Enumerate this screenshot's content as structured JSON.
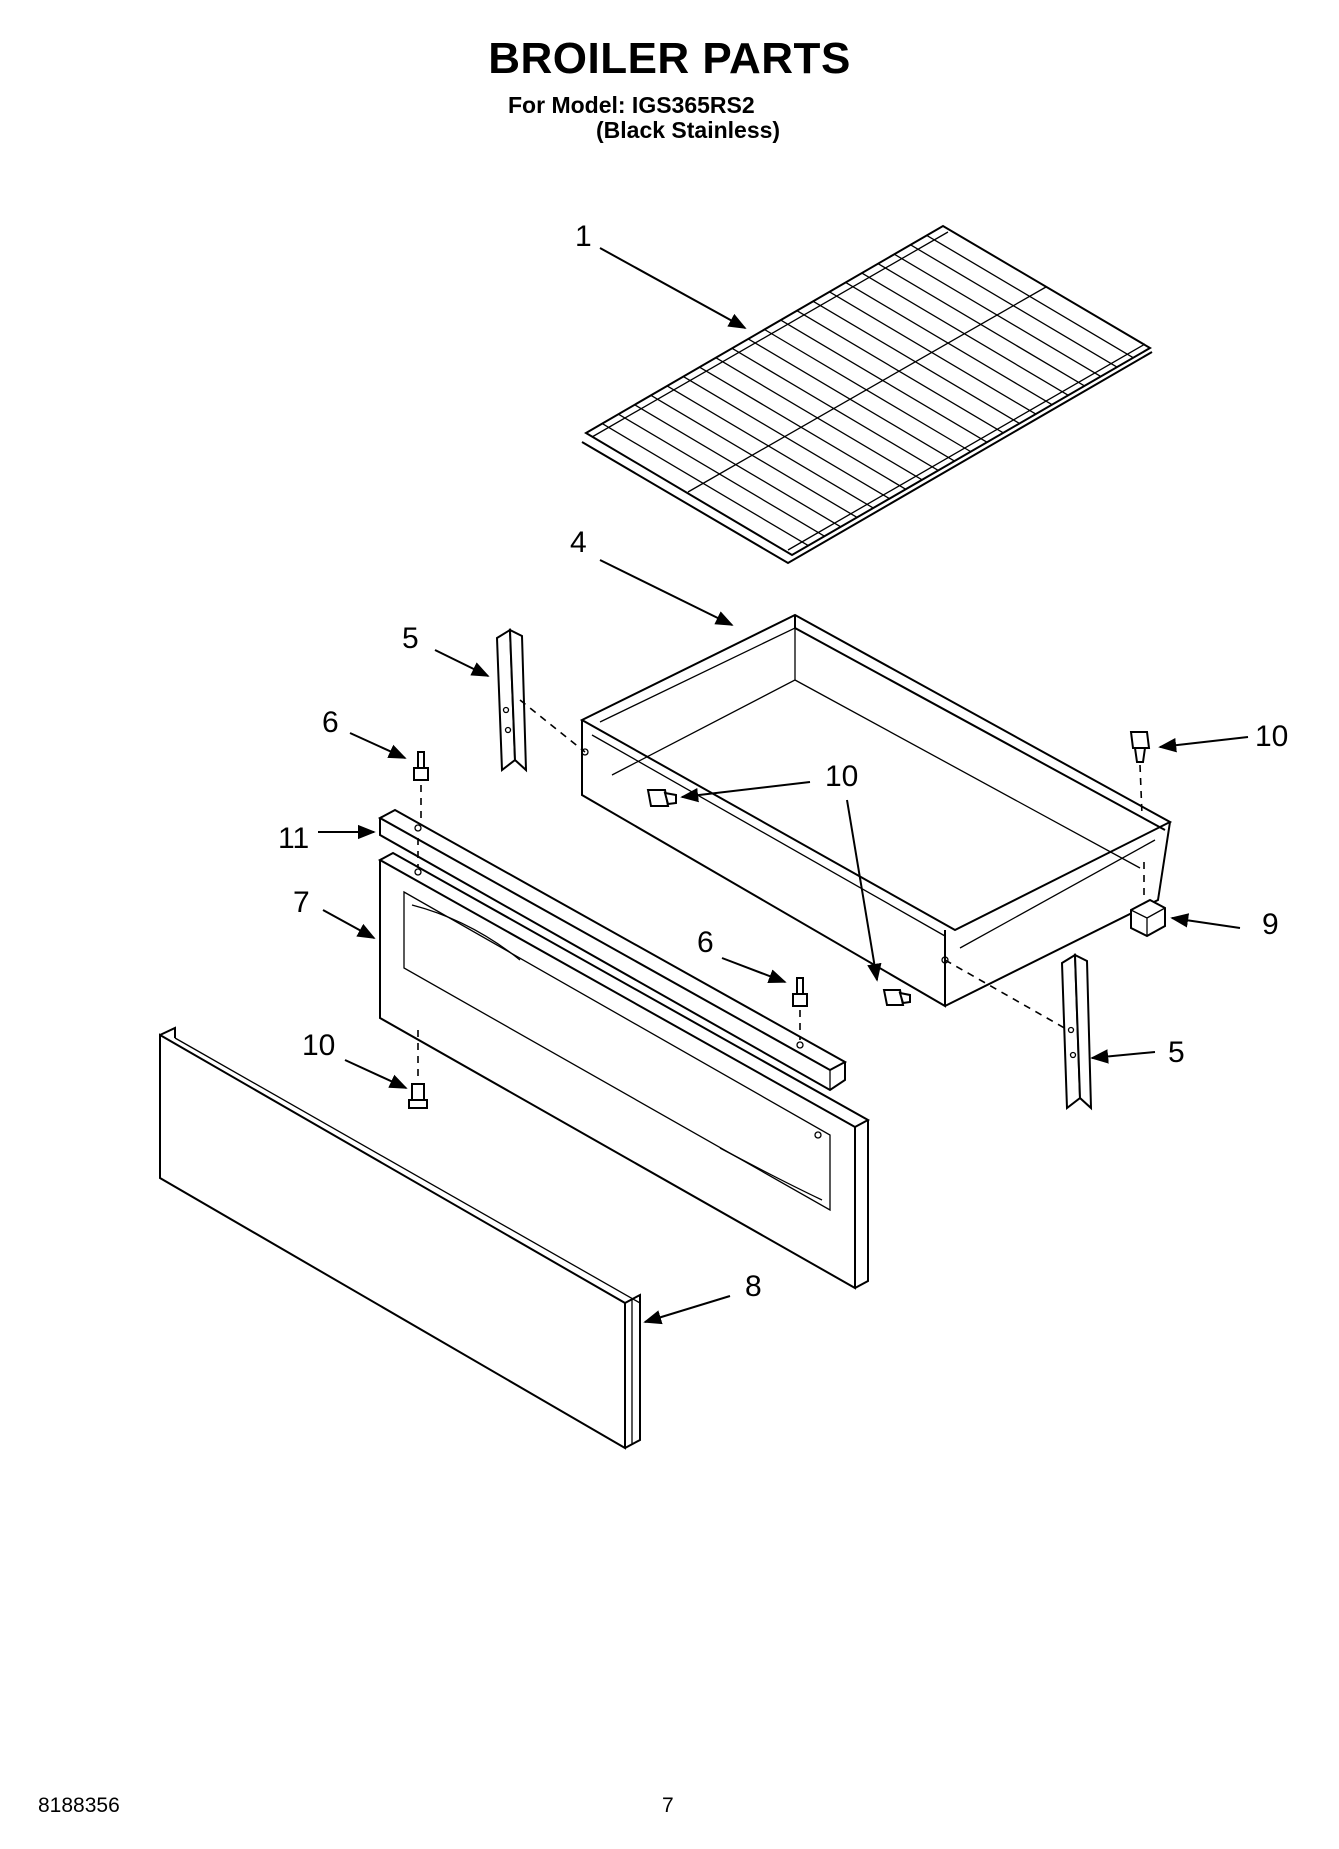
{
  "header": {
    "title": "BROILER PARTS",
    "model_line": "For Model: IGS365RS2",
    "finish_line": "(Black Stainless)"
  },
  "callouts": [
    {
      "id": "c1",
      "label": "1"
    },
    {
      "id": "c4",
      "label": "4"
    },
    {
      "id": "c5a",
      "label": "5"
    },
    {
      "id": "c6a",
      "label": "6"
    },
    {
      "id": "c10a",
      "label": "10"
    },
    {
      "id": "c10b",
      "label": "10"
    },
    {
      "id": "c11",
      "label": "11"
    },
    {
      "id": "c7",
      "label": "7"
    },
    {
      "id": "c9",
      "label": "9"
    },
    {
      "id": "c6b",
      "label": "6"
    },
    {
      "id": "c10c",
      "label": "10"
    },
    {
      "id": "c5b",
      "label": "5"
    },
    {
      "id": "c8",
      "label": "8"
    }
  ],
  "footer": {
    "doc_number": "8188356",
    "page_number": "7"
  }
}
